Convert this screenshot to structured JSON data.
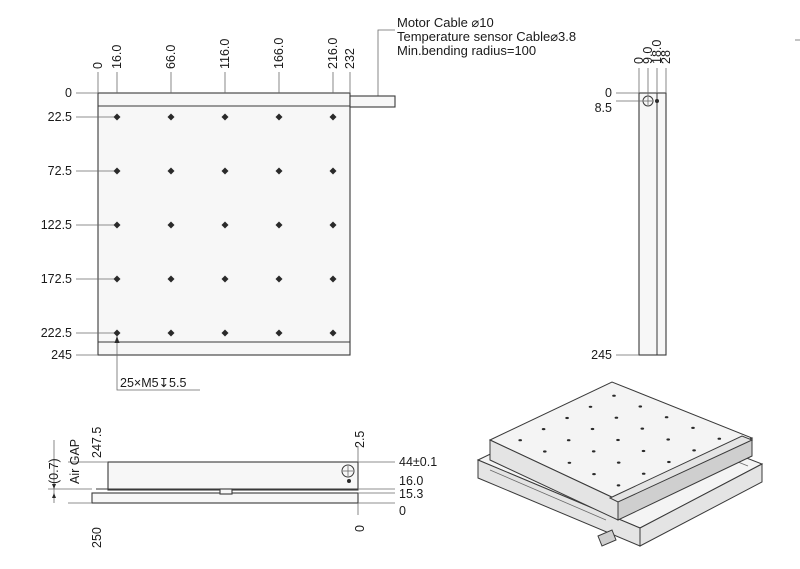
{
  "cable_notes": [
    "Motor Cable ⌀10",
    "Temperature sensor Cable⌀3.8",
    "Min.bending radius=100"
  ],
  "front_view": {
    "top_dims": [
      "0",
      "16.0",
      "66.0",
      "116.0",
      "166.0",
      "216.0",
      "232"
    ],
    "left_dims": [
      "0",
      "22.5",
      "72.5",
      "122.5",
      "172.5",
      "222.5",
      "245"
    ],
    "hole_callout": "25×M5↧5.5"
  },
  "side_view": {
    "top_dims": [
      "0",
      "9.0",
      "18.0",
      "28"
    ],
    "left_dims": [
      "0",
      "8.5",
      "245"
    ]
  },
  "bottom_view": {
    "left_dims": [
      "(0.7)",
      "Air GAP",
      "247.5",
      "250"
    ],
    "right_dims": [
      "2.5",
      "44±0.1",
      "16.0",
      "15.3",
      "0"
    ]
  }
}
